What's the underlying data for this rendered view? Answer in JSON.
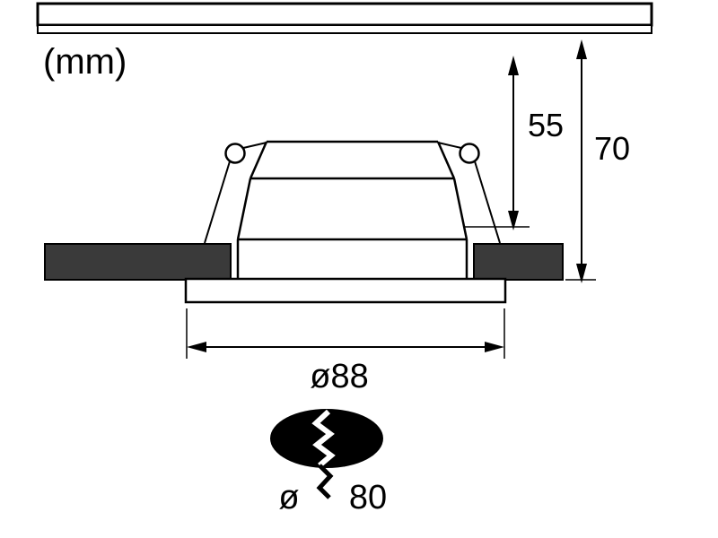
{
  "diagram": {
    "title": "recessed-downlight-installation-dimensions",
    "unit_label": "(mm)",
    "dimensions": {
      "recess_depth": "55",
      "total_height": "70",
      "trim_diameter": "ø88",
      "cutout_prefix": "ø",
      "cutout_value": "80"
    },
    "colors": {
      "line": "#000000",
      "ceiling_cross_section_fill": "#3a3a3a",
      "background": "#ffffff",
      "cutout_symbol_fill": "#000000"
    },
    "icons": {
      "cutout_symbol": "saw-cutout-icon"
    }
  }
}
